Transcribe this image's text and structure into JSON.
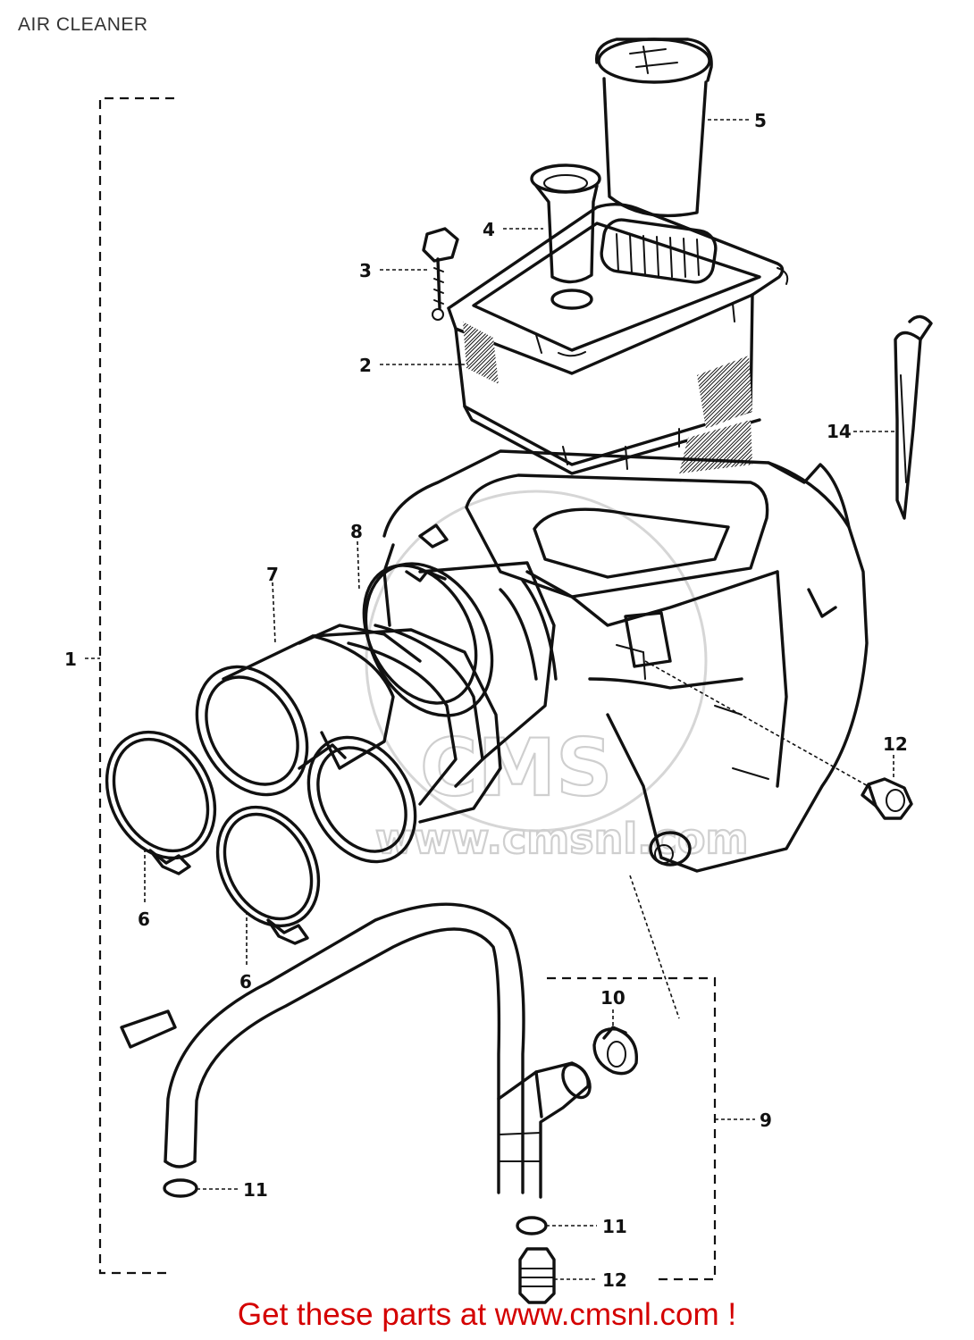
{
  "page": {
    "title": "AIR CLEANER",
    "footer_link": "Get these parts at www.cmsnl.com !"
  },
  "watermark": {
    "logo_text": "CMS",
    "url_text": "www.cmsnl.com"
  },
  "callouts": {
    "c1": "1",
    "c2": "2",
    "c3": "3",
    "c4": "4",
    "c5": "5",
    "c6a": "6",
    "c6b": "6",
    "c7": "7",
    "c8": "8",
    "c9": "9",
    "c10": "10",
    "c11a": "11",
    "c11b": "11",
    "c12a": "12",
    "c12b": "12",
    "c14": "14"
  },
  "colors": {
    "footer_link": "#d40000",
    "line_art": "#111111",
    "watermark": "#cfcfcf"
  }
}
